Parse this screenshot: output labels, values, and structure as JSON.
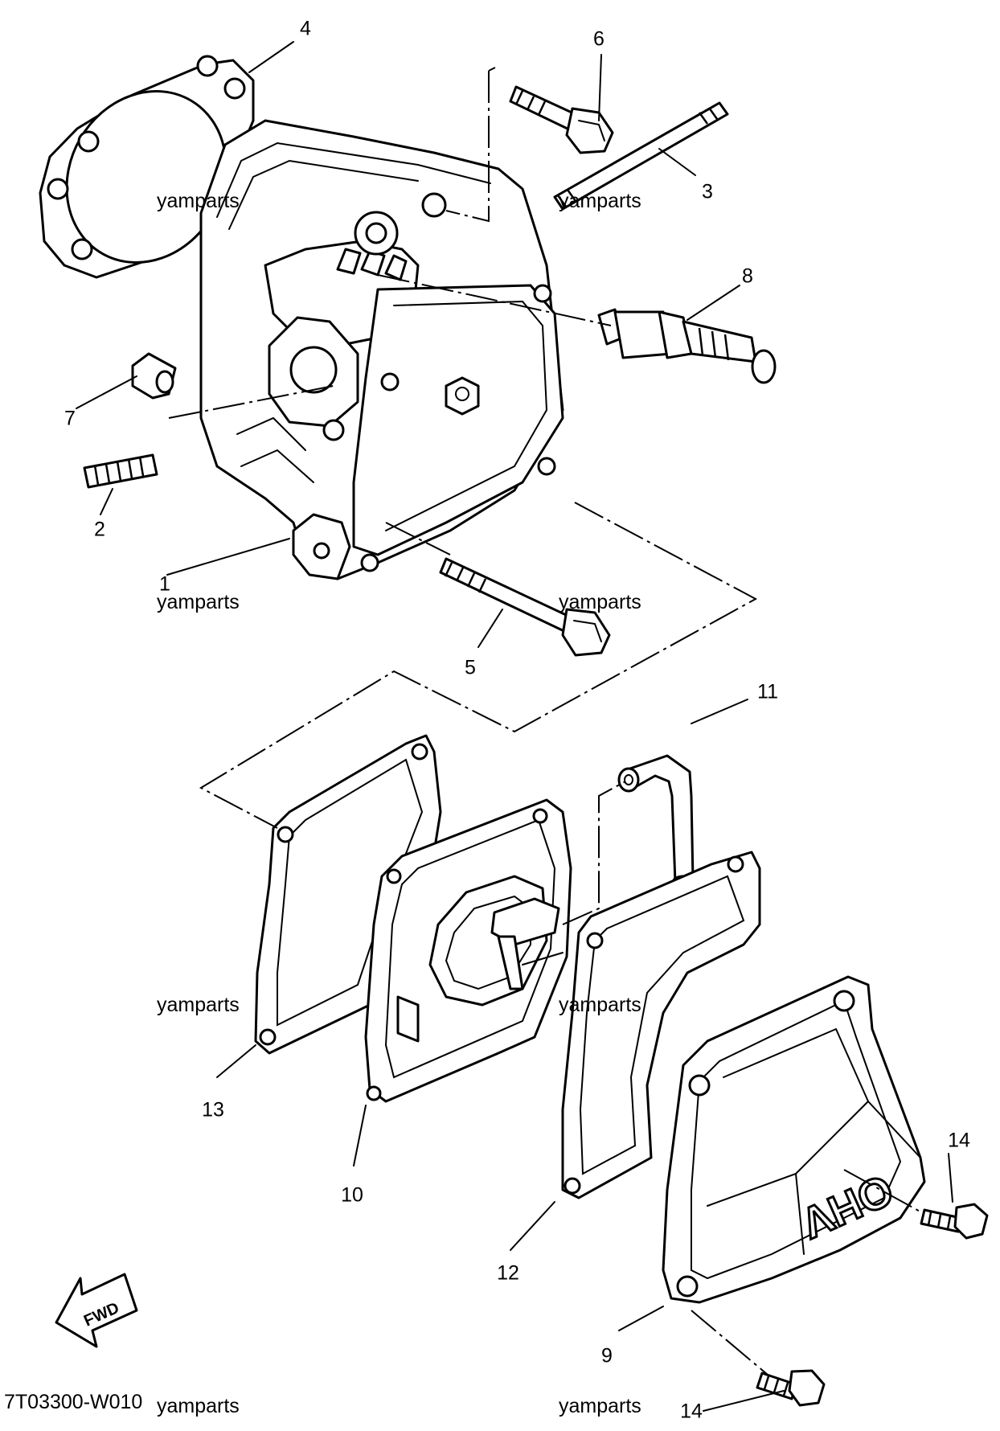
{
  "diagram": {
    "part_numbers": [
      "1",
      "2",
      "3",
      "4",
      "5",
      "6",
      "7",
      "8",
      "9",
      "10",
      "11",
      "12",
      "13",
      "14",
      "14"
    ],
    "cover_marking": "OHV",
    "direction_label": "FWD",
    "diagram_code": "7T03300-W010",
    "watermark": "yamparts"
  }
}
